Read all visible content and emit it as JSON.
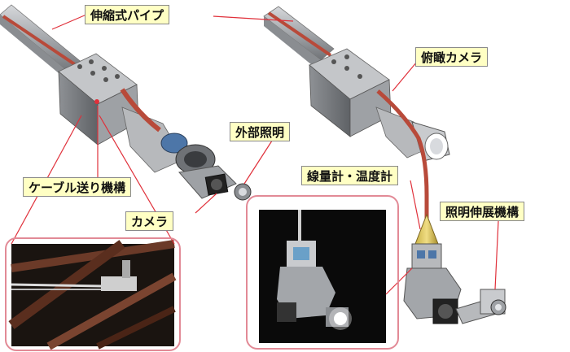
{
  "labels": {
    "telescopic_pipe": "伸縮式パイプ",
    "overhead_camera": "俯瞰カメラ",
    "external_lighting": "外部照明",
    "dosimeter_thermometer": "線量計・温度計",
    "cable_feed_mechanism": "ケーブル送り機構",
    "lighting_extension_mechanism": "照明伸展機構",
    "camera": "カメラ"
  },
  "colors": {
    "callout_fill": "#ffffc4",
    "callout_border": "#8a8a8a",
    "leader_line": "#e0303a",
    "panel_fill": "#f9d9de",
    "panel_border": "#e28a96",
    "cable": "#b84a3a",
    "metal_body": "#9a9ca0"
  }
}
